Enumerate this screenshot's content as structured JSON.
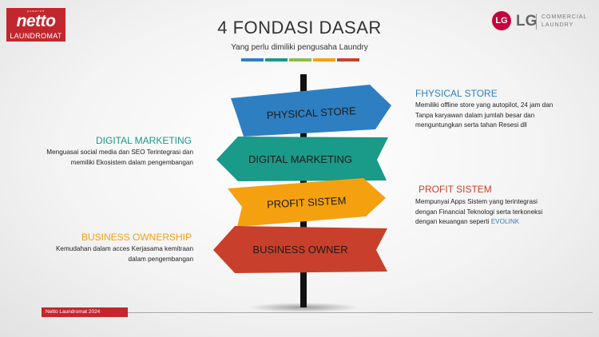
{
  "brand": {
    "netto_small": "powered",
    "netto_name": "netto",
    "netto_sub": "LAUNDROMAT",
    "lg_mark": "LG",
    "lg_name": "LG",
    "lg_sub1": "COMMERCIAL",
    "lg_sub2": "LAUNDRY"
  },
  "header": {
    "title": "4 FONDASI DASAR",
    "subtitle": "Yang perlu dimiliki pengusaha Laundry",
    "color_bars": [
      "#2e7fc1",
      "#1a9a88",
      "#8bbd4a",
      "#f5a00f",
      "#c8402b"
    ]
  },
  "signs": {
    "physical": "PHYSICAL STORE",
    "digital": "DIGITAL MARKETING",
    "profit": "PROFIT SISTEM",
    "business": "BUSINESS OWNER",
    "colors": {
      "physical": "#2e7fc1",
      "digital": "#1a9a88",
      "profit": "#f5a00f",
      "business": "#c8402b"
    }
  },
  "sections": {
    "physical": {
      "heading": "FHYSICAL STORE",
      "color": "#2e7fc1",
      "lines": [
        "Memiliki offline store yang autopilot, 24 jam dan",
        "Tanpa karyawan dalam jumlah besar dan",
        "menguntungkan serta tahan Resesi dll"
      ]
    },
    "digital": {
      "heading": "DIGITAL MARKETING",
      "color": "#1a9a88",
      "lines": [
        "Menguasai social media dan SEO Terintegrasi dan",
        "memiliki Ekosistem dalam pengembangan"
      ]
    },
    "profit": {
      "heading": "PROFIT SISTEM",
      "color": "#c8402b",
      "lines": [
        "Mempunyai Apps Sistem yang terintegrasi",
        "dengan Financial Teknologi serta terkoneksi"
      ],
      "line3_prefix": "dengan keuangan seperti ",
      "line3_link": "EVOLINK"
    },
    "business": {
      "heading": "BUSINESS OWNERSHIP",
      "color": "#f5a00f",
      "lines": [
        "Kemudahan dalam acces Kerjasama kemitraan",
        "dalam pengembangan"
      ]
    }
  },
  "footer": {
    "label": "Netto Laundromat 2024"
  }
}
